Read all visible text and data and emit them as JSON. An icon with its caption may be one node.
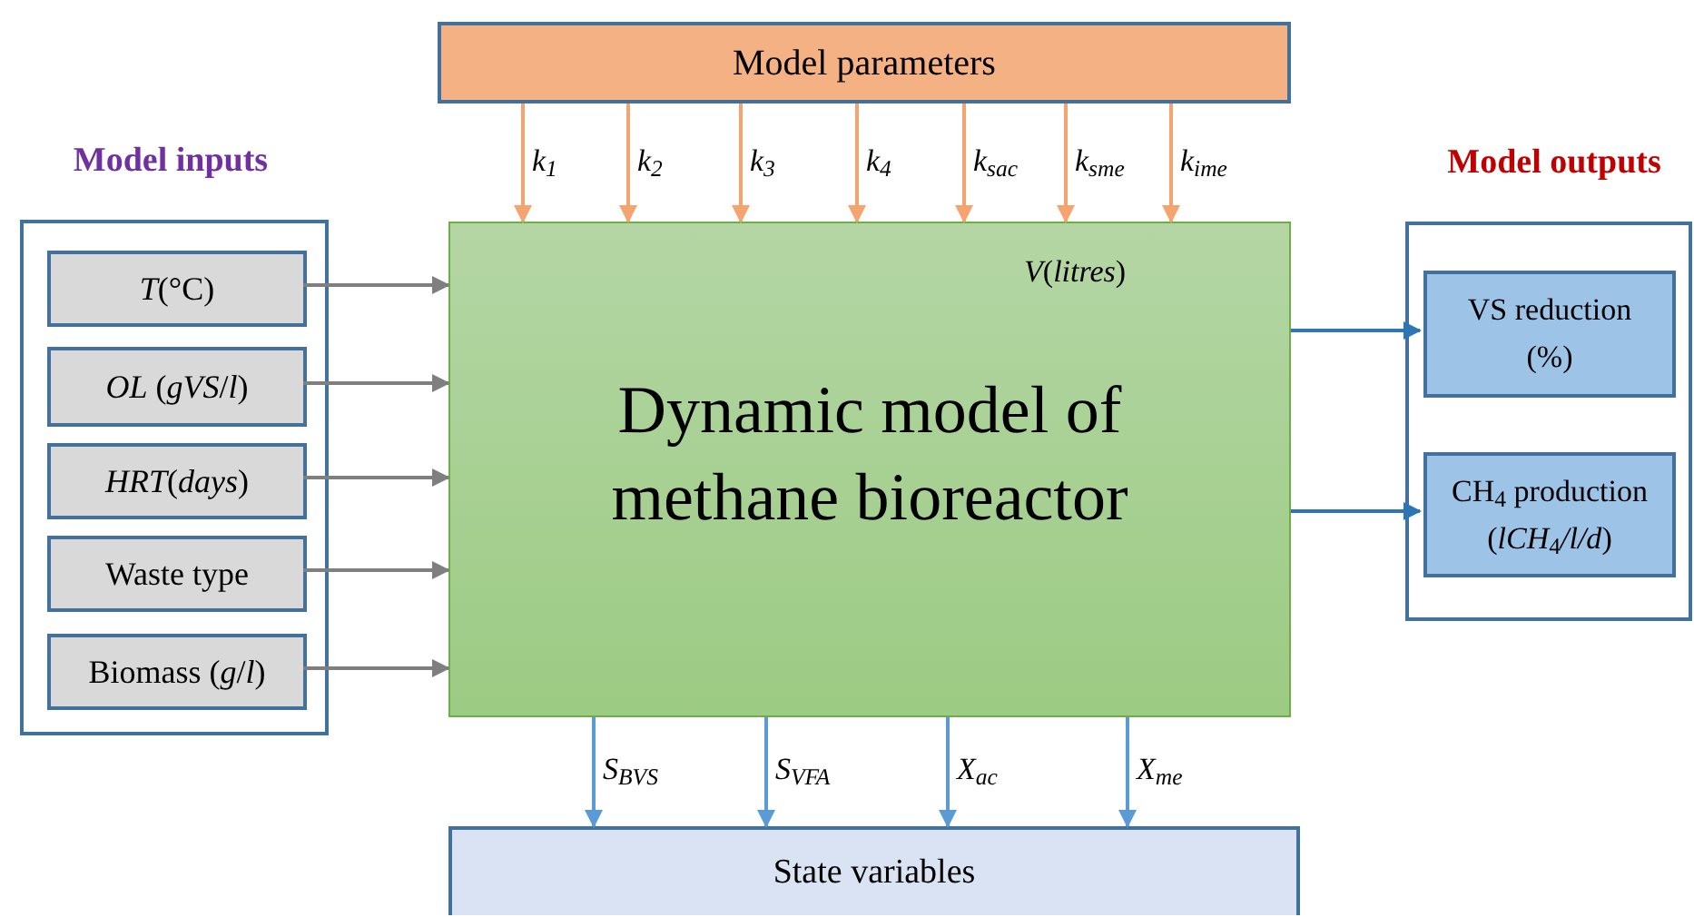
{
  "diagram": {
    "nodes": [
      {
        "text": [
          "Model parameters"
        ]
      },
      {
        "text": [
          "Model inputs"
        ]
      },
      {
        "text": [
          "*T*(°C)"
        ],
        "in": 1
      },
      {
        "text": [
          "*OL* (*gVS*/*l*)"
        ],
        "in": 1
      },
      {
        "text": [
          "*HRT*(*days*)"
        ],
        "in": 1
      },
      {
        "text": [
          "Waste type"
        ],
        "in": 1
      },
      {
        "text": [
          "Biomass (*g*/*l*)"
        ],
        "in": 1
      },
      {
        "text": [
          "*V*(*litres*)",
          "Dynamic model of methane bioreactor"
        ]
      },
      {
        "text": [
          "Model outputs"
        ]
      },
      {
        "text": [
          "VS reduction (%)"
        ],
        "in": 8
      },
      {
        "text": [
          "CH$_{4}$ production (*lCH*$_{4}$*/l/d*)"
        ],
        "in": 8
      },
      {
        "text": [
          "State variables"
        ]
      }
    ],
    "edges": [
      {
        "from": 0,
        "to": 7,
        "arrow": "to",
        "label": "*k*$_{1}$"
      },
      {
        "from": 0,
        "to": 7,
        "arrow": "to",
        "label": "*k*$_{2}$"
      },
      {
        "from": 0,
        "to": 7,
        "arrow": "to",
        "label": "*k*$_{3}$"
      },
      {
        "from": 0,
        "to": 7,
        "arrow": "to",
        "label": "*k*$_{4}$"
      },
      {
        "from": 0,
        "to": 7,
        "arrow": "to",
        "label": "*k*$_{sac}$"
      },
      {
        "from": 0,
        "to": 7,
        "arrow": "to",
        "label": "*k*$_{sme}$"
      },
      {
        "from": 0,
        "to": 7,
        "arrow": "to",
        "label": "*k*$_{ime}$"
      },
      {
        "from": 2,
        "to": 7,
        "arrow": "to",
        "color": "#7f7f7f"
      },
      {
        "from": 3,
        "to": 7,
        "arrow": "to",
        "color": "#7f7f7f"
      },
      {
        "from": 4,
        "to": 7,
        "arrow": "to",
        "color": "#7f7f7f"
      },
      {
        "from": 5,
        "to": 7,
        "arrow": "to",
        "color": "#7f7f7f"
      },
      {
        "from": 6,
        "to": 7,
        "arrow": "to",
        "color": "#7f7f7f"
      },
      {
        "from": 7,
        "to": 9,
        "arrow": "to",
        "color": "#2e75b6"
      },
      {
        "from": 7,
        "to": 10,
        "arrow": "to",
        "color": "#2e75b6"
      },
      {
        "from": 7,
        "to": 11,
        "arrow": "to",
        "color": "#5b9bd5",
        "label": "*S*$_{BVS}$"
      },
      {
        "from": 7,
        "to": 11,
        "arrow": "to",
        "color": "#5b9bd5",
        "label": "*S*$_{VFA}$"
      },
      {
        "from": 7,
        "to": 11,
        "arrow": "to",
        "color": "#5b9bd5",
        "label": "*X*$_{ac}$"
      },
      {
        "from": 7,
        "to": 11,
        "arrow": "to",
        "color": "#5b9bd5",
        "label": "*X*$_{me}$"
      }
    ]
  }
}
